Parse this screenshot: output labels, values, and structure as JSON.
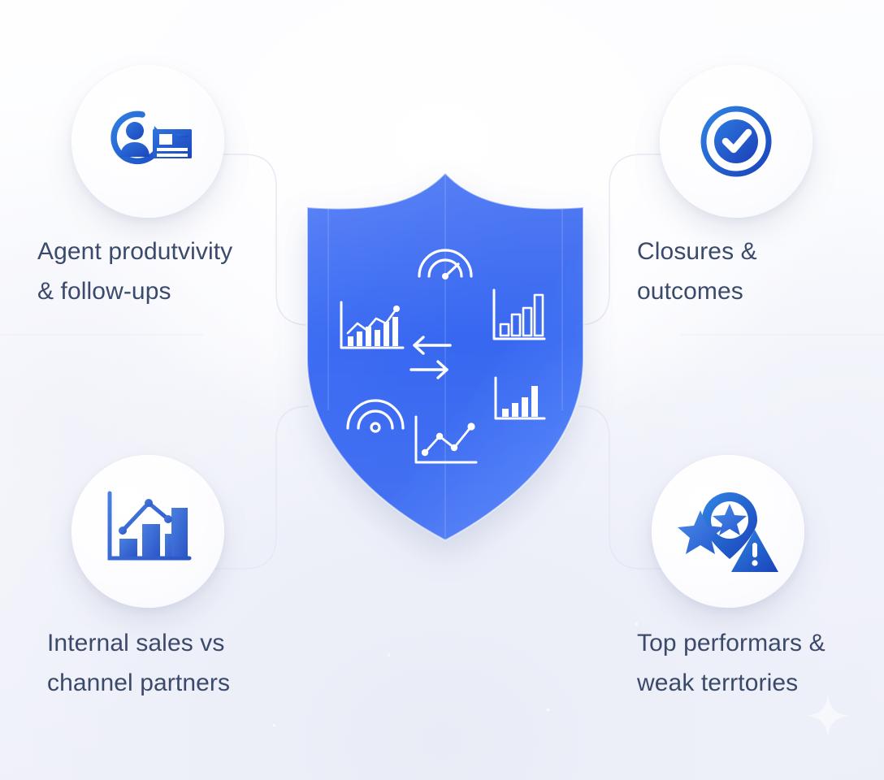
{
  "theme": {
    "accent_blue": "#2f6fe4",
    "accent_blue_dark": "#1e5bc6",
    "shield_blue_light": "#4f7bf7",
    "shield_blue": "#2f63f0",
    "shield_blue_deep": "#2a5ce8",
    "text_navy": "#3b4a6b",
    "bubble_white": "#ffffff",
    "background": "#f3f4fb"
  },
  "center": {
    "name": "analytics-shield",
    "icons": [
      {
        "id": "gauge-icon",
        "label": "performance gauge"
      },
      {
        "id": "bar-line-chart-icon",
        "label": "bar chart with trend line"
      },
      {
        "id": "bar-chart-outline-icon",
        "label": "outlined bar chart"
      },
      {
        "id": "transfer-arrows-icon",
        "label": "bidirectional transfer arrows"
      },
      {
        "id": "signal-waves-icon",
        "label": "signal waves"
      },
      {
        "id": "bar-chart-solid-icon",
        "label": "ascending solid bar chart"
      },
      {
        "id": "line-chart-icon",
        "label": "line chart with points"
      }
    ]
  },
  "nodes": [
    {
      "position": "top-left",
      "icon": "contact-refresh-icon",
      "icon_label": "person with refresh arrow and contact card",
      "label": "Agent produtvivity\n& follow-ups"
    },
    {
      "position": "top-right",
      "icon": "target-check-icon",
      "icon_label": "crosshair target with checkmark",
      "label": "Closures &\noutcomes"
    },
    {
      "position": "bottom-left",
      "icon": "bar-trend-chart-icon",
      "icon_label": "bar chart with trend line and axis",
      "label": "Internal sales vs\nchannel partners"
    },
    {
      "position": "bottom-right",
      "icon": "star-pin-warning-icon",
      "icon_label": "map pin with stars and warning triangle",
      "label": "Top performars &\nweak terrtories"
    }
  ],
  "decorations": [
    {
      "id": "sparkle-icon",
      "label": "four-point sparkle"
    }
  ]
}
